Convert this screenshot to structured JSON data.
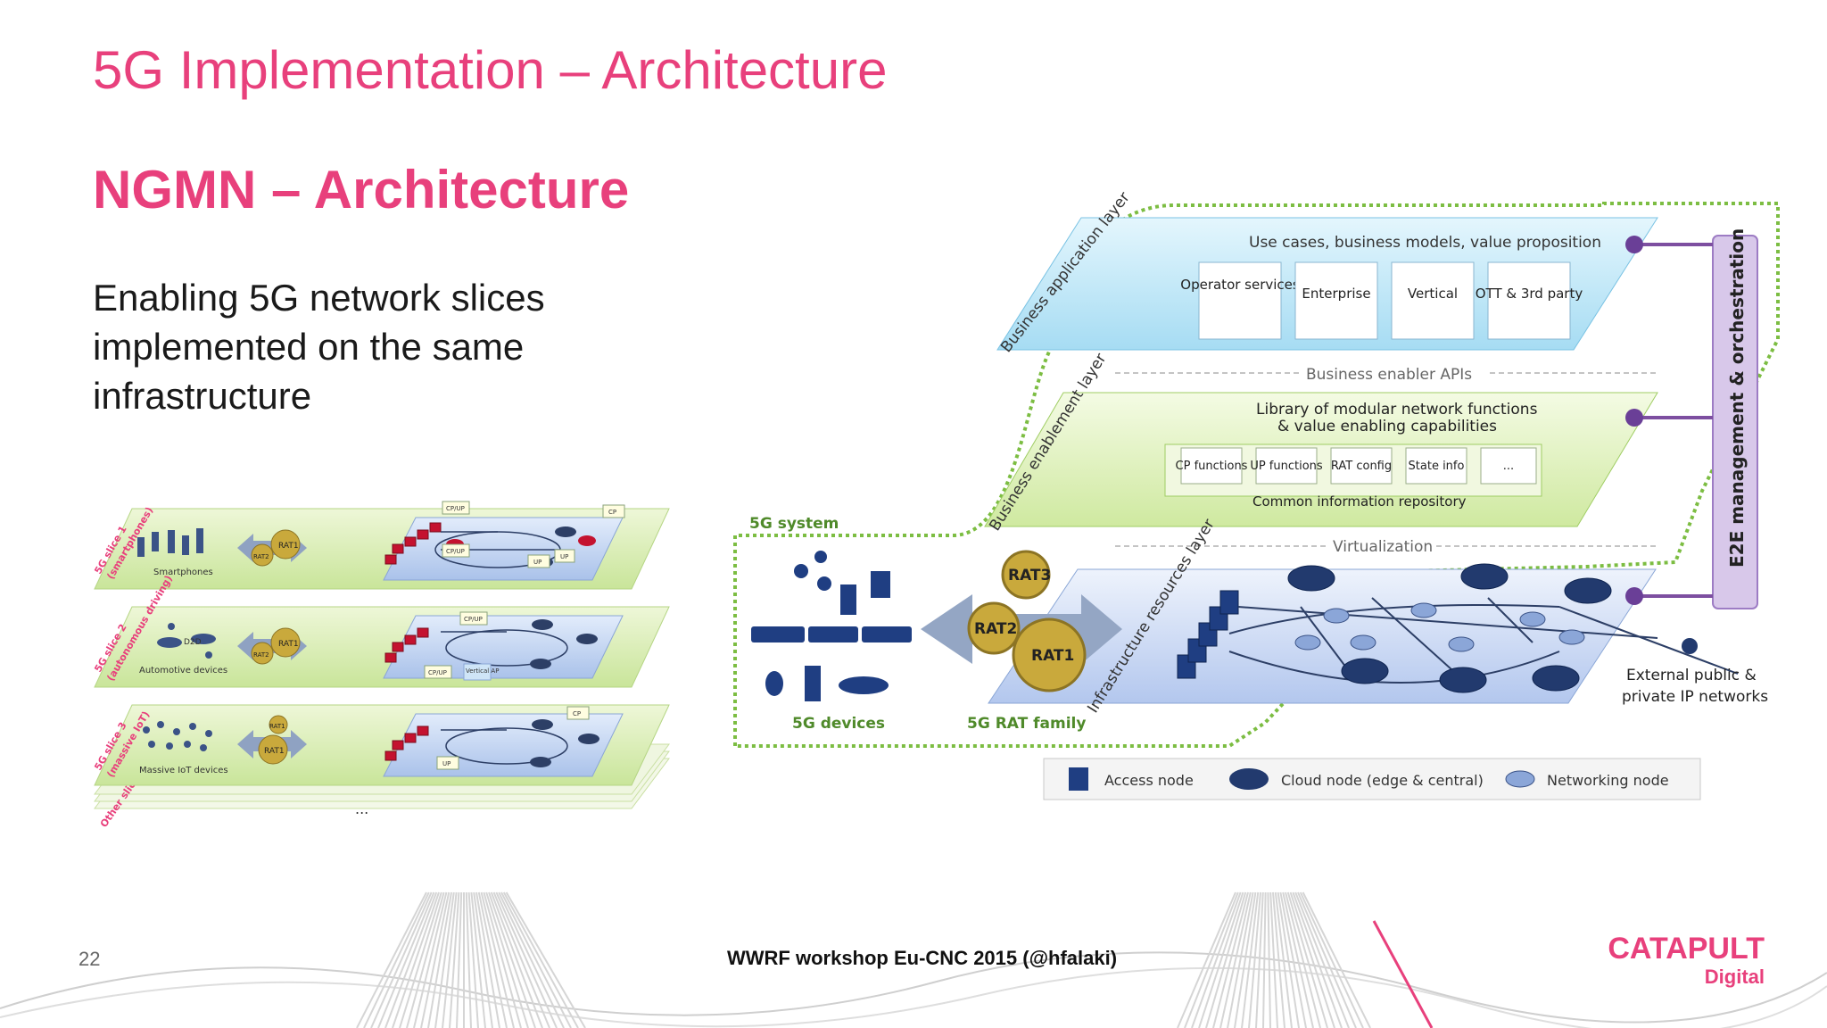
{
  "slide": {
    "title": "5G Implementation – Architecture",
    "section_title": "NGMN – Architecture",
    "subtitle_lines": [
      "Enabling 5G network slices",
      "implemented on the same",
      "infrastructure"
    ],
    "page_number": "22",
    "footer": "WWRF workshop Eu-CNC 2015 (@hfalaki)",
    "logo": {
      "line1": "CATAPULT",
      "line2": "Digital"
    }
  },
  "colors": {
    "accent": "#e8407c",
    "purple": "#7d4fa0",
    "green_dotted": "#7cbd42"
  },
  "left_diagram": {
    "slices": [
      {
        "label_line1": "5G slice 1",
        "label_line2": "(smartphones)",
        "devices": "Smartphones",
        "rat_labels": [
          "RAT1",
          "RAT2"
        ],
        "tags": [
          "CP/UP",
          "CP/UP",
          "CP",
          "UP",
          "UP"
        ]
      },
      {
        "label_line1": "5G slice 2",
        "label_line2": "(autonomous driving)",
        "devices": "Automotive devices",
        "rat_labels": [
          "RAT1",
          "RAT2"
        ],
        "d2d": "D2D",
        "tags": [
          "CP/UP",
          "CP/UP",
          "Vertical AP"
        ]
      },
      {
        "label_line1": "5G slice 3",
        "label_line2": "(massive IoT)",
        "devices": "Massive IoT devices",
        "rat_labels": [
          "RAT1",
          "RAT1"
        ],
        "tags": [
          "CP",
          "UP"
        ]
      }
    ],
    "other_slices": "Other slices",
    "ellipsis": "..."
  },
  "right_diagram": {
    "layers": {
      "business_application": {
        "label": "Business application layer",
        "header": "Use cases, business models, value proposition",
        "boxes": [
          "Operator services",
          "Enterprise",
          "Vertical",
          "OTT & 3rd party"
        ]
      },
      "business_enablement": {
        "label": "Business enablement layer",
        "header_line1": "Library of modular network functions",
        "header_line2": "& value enabling capabilities",
        "boxes": [
          "CP functions",
          "UP functions",
          "RAT config",
          "State info",
          "..."
        ],
        "repository": "Common information repository"
      },
      "infrastructure": {
        "label": "Infrastructure resources layer"
      }
    },
    "business_enabler_apis": "Business enabler APIs",
    "virtualization": "Virtualization",
    "system_label": "5G system",
    "devices_label": "5G devices",
    "rat_family_label": "5G RAT family",
    "rats": [
      "RAT1",
      "RAT2",
      "RAT3"
    ],
    "e2e": "E2E management & orchestration",
    "external_line1": "External public &",
    "external_line2": "private IP networks",
    "legend": [
      "Access node",
      "Cloud node (edge & central)",
      "Networking node"
    ]
  }
}
